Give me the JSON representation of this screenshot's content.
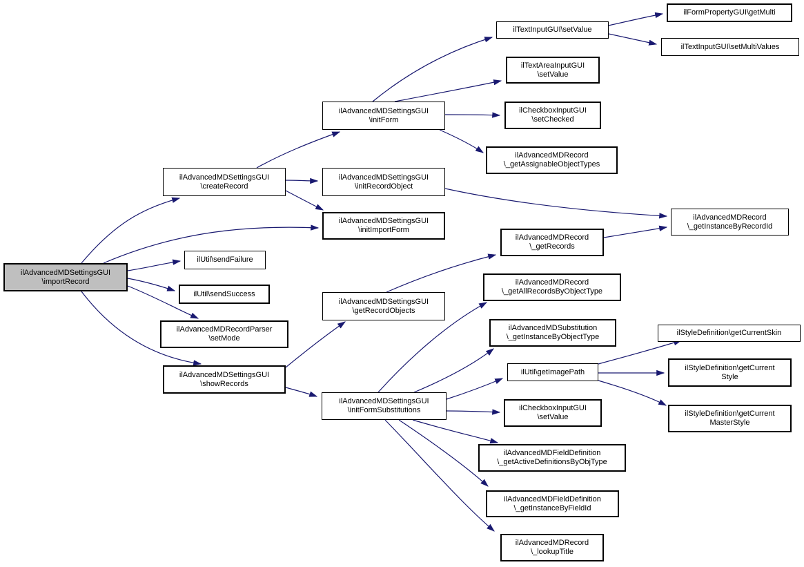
{
  "diagram": {
    "kind": "call-graph",
    "colors": {
      "background": "#ffffff",
      "node_fill": "#ffffff",
      "node_border": "#000000",
      "highlight_fill": "#bfbfbf",
      "edge": "#191970"
    },
    "nodes": [
      {
        "id": "importRecord",
        "lines": [
          "ilAdvancedMDSettingsGUI",
          "\\importRecord"
        ],
        "highlighted": true
      },
      {
        "id": "createRecord",
        "lines": [
          "ilAdvancedMDSettingsGUI",
          "\\createRecord"
        ]
      },
      {
        "id": "sendFailure",
        "lines": [
          "ilUtil\\sendFailure"
        ]
      },
      {
        "id": "sendSuccess",
        "lines": [
          "ilUtil\\sendSuccess"
        ]
      },
      {
        "id": "setMode",
        "lines": [
          "ilAdvancedMDRecordParser",
          "\\setMode"
        ]
      },
      {
        "id": "showRecords",
        "lines": [
          "ilAdvancedMDSettingsGUI",
          "\\showRecords"
        ]
      },
      {
        "id": "initForm",
        "lines": [
          "ilAdvancedMDSettingsGUI",
          "\\initForm"
        ]
      },
      {
        "id": "initRecordObject",
        "lines": [
          "ilAdvancedMDSettingsGUI",
          "\\initRecordObject"
        ]
      },
      {
        "id": "initImportForm",
        "lines": [
          "ilAdvancedMDSettingsGUI",
          "\\initImportForm"
        ]
      },
      {
        "id": "getRecordObjects",
        "lines": [
          "ilAdvancedMDSettingsGUI",
          "\\getRecordObjects"
        ]
      },
      {
        "id": "initFormSubstitutions",
        "lines": [
          "ilAdvancedMDSettingsGUI",
          "\\initFormSubstitutions"
        ]
      },
      {
        "id": "textSetValue",
        "lines": [
          "ilTextInputGUI\\setValue"
        ]
      },
      {
        "id": "textAreaSetValue",
        "lines": [
          "ilTextAreaInputGUI",
          "\\setValue"
        ]
      },
      {
        "id": "checkboxSetChecked",
        "lines": [
          "ilCheckboxInputGUI",
          "\\setChecked"
        ]
      },
      {
        "id": "getAssignableObjectTypes",
        "lines": [
          "ilAdvancedMDRecord",
          "\\_getAssignableObjectTypes"
        ]
      },
      {
        "id": "getRecords",
        "lines": [
          "ilAdvancedMDRecord",
          "\\_getRecords"
        ]
      },
      {
        "id": "getAllRecordsByObjectType",
        "lines": [
          "ilAdvancedMDRecord",
          "\\_getAllRecordsByObjectType"
        ]
      },
      {
        "id": "substGetInstanceByObjectType",
        "lines": [
          "ilAdvancedMDSubstitution",
          "\\_getInstanceByObjectType"
        ]
      },
      {
        "id": "getImagePath",
        "lines": [
          "ilUtil\\getImagePath"
        ]
      },
      {
        "id": "checkboxSetValue",
        "lines": [
          "ilCheckboxInputGUI",
          "\\setValue"
        ]
      },
      {
        "id": "getActiveDefinitionsByObjType",
        "lines": [
          "ilAdvancedMDFieldDefinition",
          "\\_getActiveDefinitionsByObjType"
        ]
      },
      {
        "id": "getInstanceByFieldId",
        "lines": [
          "ilAdvancedMDFieldDefinition",
          "\\_getInstanceByFieldId"
        ]
      },
      {
        "id": "lookupTitle",
        "lines": [
          "ilAdvancedMDRecord",
          "\\_lookupTitle"
        ]
      },
      {
        "id": "getMulti",
        "lines": [
          "ilFormPropertyGUI\\getMulti"
        ]
      },
      {
        "id": "setMultiValues",
        "lines": [
          "ilTextInputGUI\\setMultiValues"
        ]
      },
      {
        "id": "getInstanceByRecordId",
        "lines": [
          "ilAdvancedMDRecord",
          "\\_getInstanceByRecordId"
        ]
      },
      {
        "id": "getCurrentSkin",
        "lines": [
          "ilStyleDefinition\\getCurrentSkin"
        ]
      },
      {
        "id": "getCurrentStyle",
        "lines": [
          "ilStyleDefinition\\getCurrent",
          "Style"
        ]
      },
      {
        "id": "getCurrentMasterStyle",
        "lines": [
          "ilStyleDefinition\\getCurrent",
          "MasterStyle"
        ]
      }
    ],
    "edges": [
      {
        "from": "importRecord",
        "to": "createRecord"
      },
      {
        "from": "importRecord",
        "to": "initImportForm"
      },
      {
        "from": "importRecord",
        "to": "sendFailure"
      },
      {
        "from": "importRecord",
        "to": "sendSuccess"
      },
      {
        "from": "importRecord",
        "to": "setMode"
      },
      {
        "from": "importRecord",
        "to": "showRecords"
      },
      {
        "from": "createRecord",
        "to": "initForm"
      },
      {
        "from": "createRecord",
        "to": "initRecordObject"
      },
      {
        "from": "createRecord",
        "to": "initImportForm"
      },
      {
        "from": "initForm",
        "to": "textSetValue"
      },
      {
        "from": "initForm",
        "to": "textAreaSetValue"
      },
      {
        "from": "initForm",
        "to": "checkboxSetChecked"
      },
      {
        "from": "initForm",
        "to": "getAssignableObjectTypes"
      },
      {
        "from": "textSetValue",
        "to": "getMulti"
      },
      {
        "from": "textSetValue",
        "to": "setMultiValues"
      },
      {
        "from": "initRecordObject",
        "to": "getInstanceByRecordId"
      },
      {
        "from": "getRecords",
        "to": "getInstanceByRecordId"
      },
      {
        "from": "getRecordObjects",
        "to": "getRecords"
      },
      {
        "from": "showRecords",
        "to": "getRecordObjects"
      },
      {
        "from": "showRecords",
        "to": "initFormSubstitutions"
      },
      {
        "from": "initFormSubstitutions",
        "to": "getAllRecordsByObjectType"
      },
      {
        "from": "initFormSubstitutions",
        "to": "substGetInstanceByObjectType"
      },
      {
        "from": "initFormSubstitutions",
        "to": "getImagePath"
      },
      {
        "from": "initFormSubstitutions",
        "to": "checkboxSetValue"
      },
      {
        "from": "initFormSubstitutions",
        "to": "getActiveDefinitionsByObjType"
      },
      {
        "from": "initFormSubstitutions",
        "to": "getInstanceByFieldId"
      },
      {
        "from": "initFormSubstitutions",
        "to": "lookupTitle"
      },
      {
        "from": "getImagePath",
        "to": "getCurrentSkin"
      },
      {
        "from": "getImagePath",
        "to": "getCurrentStyle"
      },
      {
        "from": "getImagePath",
        "to": "getCurrentMasterStyle"
      }
    ]
  }
}
